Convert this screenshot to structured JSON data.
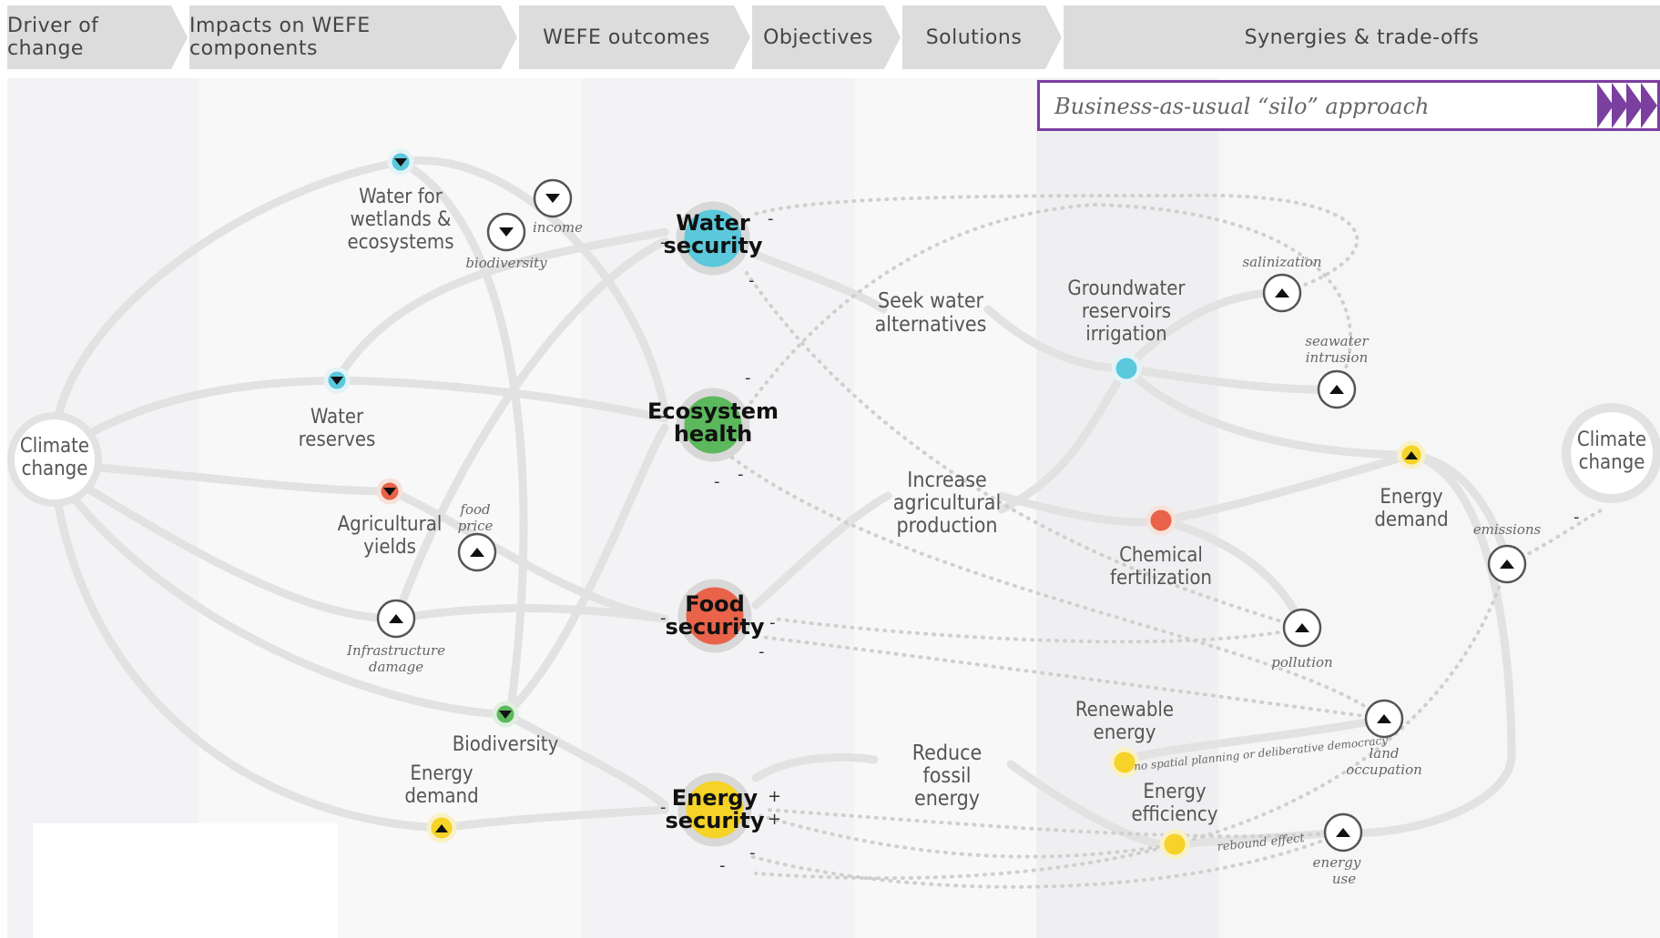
{
  "header": {
    "columns": [
      "Driver of change",
      "Impacts on WEFE components",
      "WEFE outcomes",
      "Objectives",
      "Solutions",
      "Synergies & trade-offs"
    ]
  },
  "banner": {
    "label": "Business-as-usual “silo” approach",
    "accent": "#7b3fa0"
  },
  "drivers": {
    "left": [
      "Climate",
      "change"
    ],
    "right": [
      "Climate",
      "change"
    ]
  },
  "impacts": {
    "water_wetlands": [
      "Water for",
      "wetlands &",
      "ecosystems"
    ],
    "income": "income",
    "biodiversity_small": "biodiversity",
    "water_reserves": [
      "Water",
      "reserves"
    ],
    "agricultural_yields": [
      "Agricultural",
      "yields"
    ],
    "food_price": [
      "food",
      "price"
    ],
    "infrastructure_damage": [
      "Infrastructure",
      "damage"
    ],
    "biodiversity": "Biodiversity",
    "energy_demand": [
      "Energy",
      "demand"
    ]
  },
  "outcomes": {
    "water": [
      "Water",
      "security"
    ],
    "ecosystem": [
      "Ecosystem",
      "health"
    ],
    "food": [
      "Food",
      "security"
    ],
    "energy": [
      "Energy",
      "security"
    ]
  },
  "objectives": {
    "seek_water": [
      "Seek water",
      "alternatives"
    ],
    "increase_ag": [
      "Increase",
      "agricultural",
      "production"
    ],
    "reduce_fossil": [
      "Reduce",
      "fossil",
      "energy"
    ]
  },
  "solutions": {
    "groundwater": [
      "Groundwater",
      "reservoirs",
      "irrigation"
    ],
    "chemical": [
      "Chemical",
      "fertilization"
    ],
    "renewable": [
      "Renewable",
      "energy"
    ],
    "efficiency": [
      "Energy",
      "efficiency"
    ],
    "energy_demand": [
      "Energy",
      "demand"
    ]
  },
  "tradeoffs": {
    "salinization": "salinization",
    "seawater": [
      "seawater",
      "intrusion"
    ],
    "emissions": "emissions",
    "pollution": "pollution",
    "land": [
      "land",
      "occupation"
    ],
    "spatial_note": "no spatial planning or deliberative democracy",
    "rebound": "rebound effect",
    "energy_use": [
      "energy",
      "use"
    ]
  },
  "signs": {
    "minus": "-",
    "plus": "+"
  },
  "colors": {
    "water": "#5bc8dc",
    "ecosystem": "#5cb85c",
    "food": "#e8634a",
    "energy": "#f5d328",
    "link": "#e3e3e3",
    "dotted": "#cfcfcf"
  }
}
